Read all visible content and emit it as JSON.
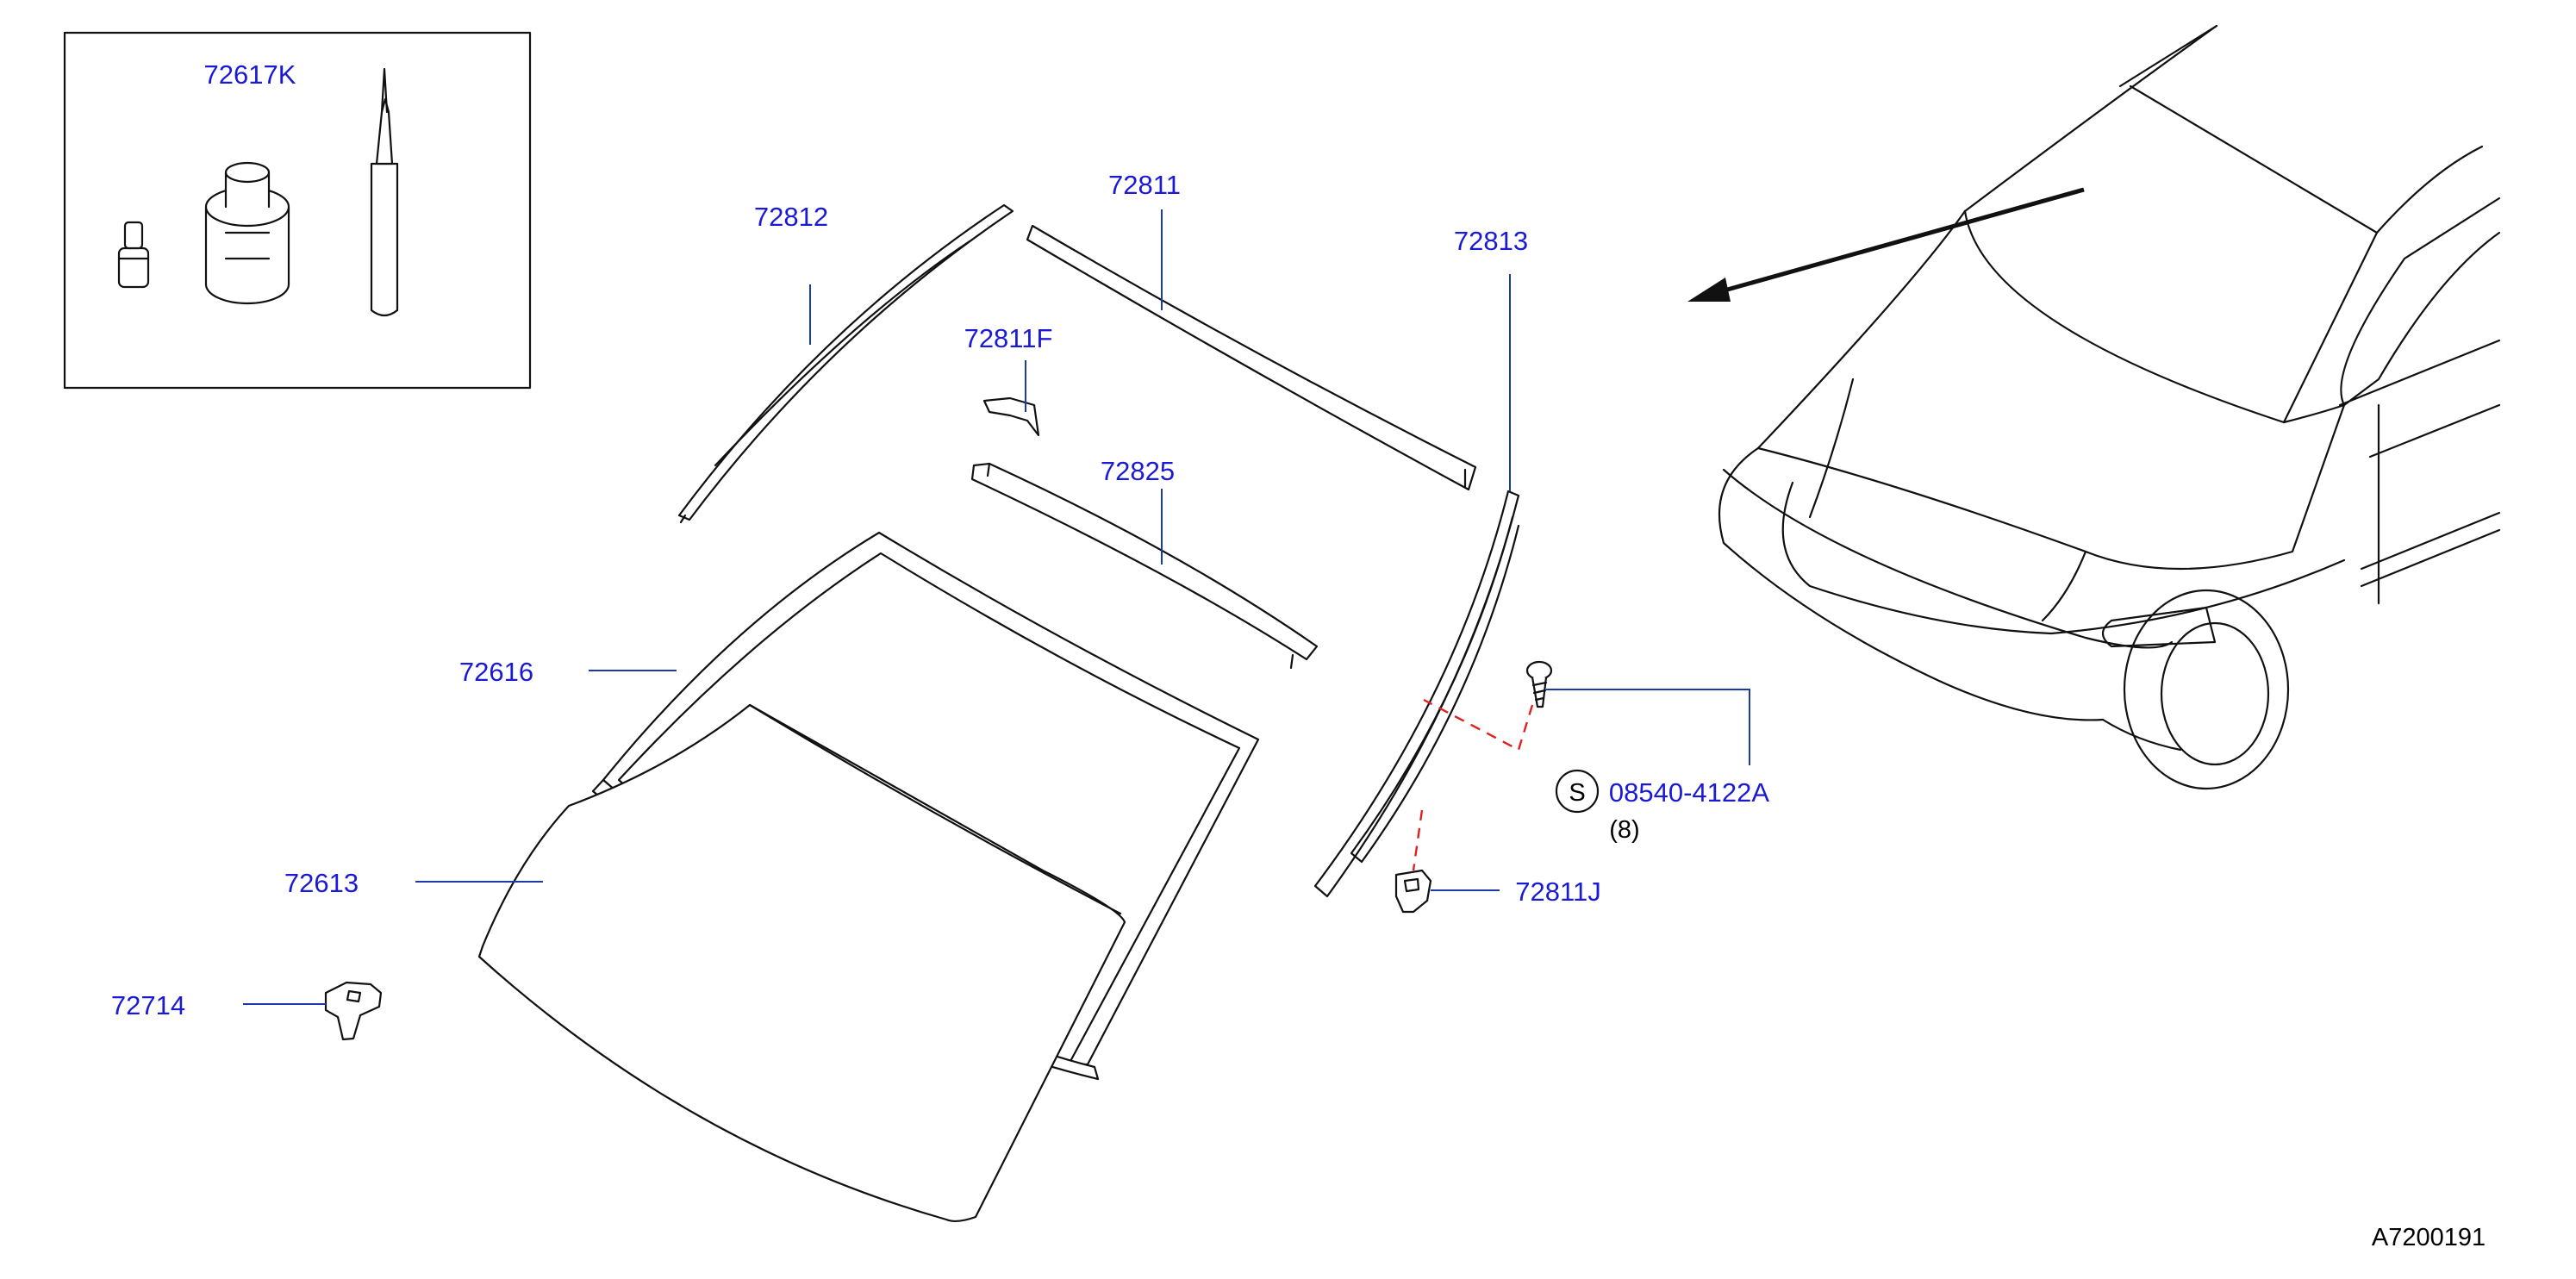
{
  "diagram_id": "A7200191",
  "parts": {
    "sealant_kit": "72617K",
    "molding_upper_left": "72812",
    "molding_upper": "72811",
    "molding_side": "72813",
    "clip_f": "72811F",
    "seal_lower": "72825",
    "dam_rubber": "72616",
    "windshield_glass": "72613",
    "bracket": "72714",
    "clip_j": "72811J",
    "screw_symbol": "S",
    "screw": "08540-4122A",
    "screw_qty": "(8)"
  },
  "colors": {
    "label": "#1a1ad6",
    "leader": "#1a3aa8",
    "dashed_link": "#e02020",
    "line_art": "#111111"
  }
}
